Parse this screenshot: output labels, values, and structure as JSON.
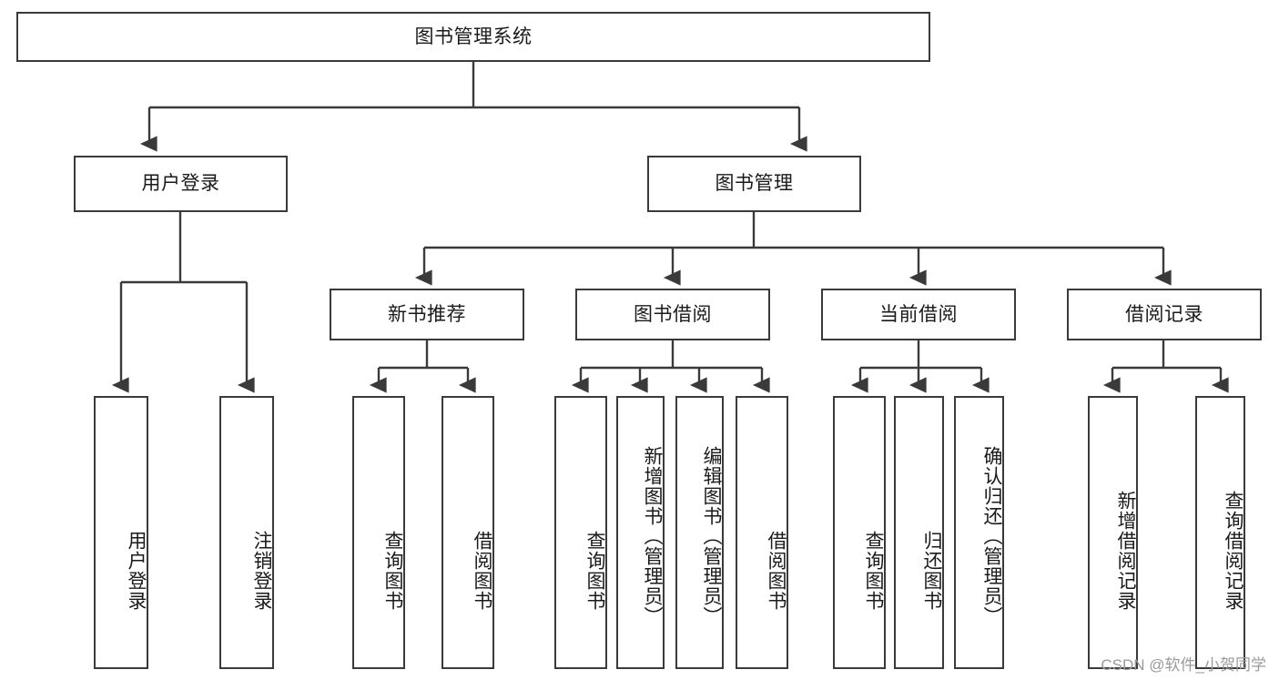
{
  "diagram": {
    "title": "图书管理系统",
    "watermark": "CSDN @软件_小贺同学",
    "nodes": {
      "root": "图书管理系统",
      "user_login": "用户登录",
      "book_manage": "图书管理",
      "new_book_rec": "新书推荐",
      "book_borrow": "图书借阅",
      "current_borrow": "当前借阅",
      "borrow_record": "借阅记录",
      "leaf_user_login": "用户登录",
      "leaf_user_logout": "注销登录",
      "leaf_query_book_1": "查询图书",
      "leaf_borrow_book_1": "借阅图书",
      "leaf_query_book_2": "查询图书",
      "leaf_add_book_admin": "新增图书（管理员）",
      "leaf_edit_book_admin": "编辑图书（管理员）",
      "leaf_borrow_book_2": "借阅图书",
      "leaf_query_book_3": "查询图书",
      "leaf_return_book": "归还图书",
      "leaf_confirm_return_admin": "确认归还（管理员）",
      "leaf_add_borrow_record": "新增借阅记录",
      "leaf_query_borrow_record": "查询借阅记录"
    },
    "edges": [
      {
        "from": "root",
        "to": "user_login"
      },
      {
        "from": "root",
        "to": "book_manage"
      },
      {
        "from": "user_login",
        "to": "leaf_user_login"
      },
      {
        "from": "user_login",
        "to": "leaf_user_logout"
      },
      {
        "from": "book_manage",
        "to": "new_book_rec"
      },
      {
        "from": "book_manage",
        "to": "book_borrow"
      },
      {
        "from": "book_manage",
        "to": "current_borrow"
      },
      {
        "from": "book_manage",
        "to": "borrow_record"
      },
      {
        "from": "new_book_rec",
        "to": "leaf_query_book_1"
      },
      {
        "from": "new_book_rec",
        "to": "leaf_borrow_book_1"
      },
      {
        "from": "book_borrow",
        "to": "leaf_query_book_2"
      },
      {
        "from": "book_borrow",
        "to": "leaf_add_book_admin"
      },
      {
        "from": "book_borrow",
        "to": "leaf_edit_book_admin"
      },
      {
        "from": "book_borrow",
        "to": "leaf_borrow_book_2"
      },
      {
        "from": "current_borrow",
        "to": "leaf_query_book_3"
      },
      {
        "from": "current_borrow",
        "to": "leaf_return_book"
      },
      {
        "from": "current_borrow",
        "to": "leaf_confirm_return_admin"
      },
      {
        "from": "borrow_record",
        "to": "leaf_add_borrow_record"
      },
      {
        "from": "borrow_record",
        "to": "leaf_query_borrow_record"
      }
    ],
    "colors": {
      "stroke": "#3a3a3a",
      "fill": "#ffffff",
      "text": "#1a1a1a",
      "watermark": "#9a9a9a"
    }
  }
}
